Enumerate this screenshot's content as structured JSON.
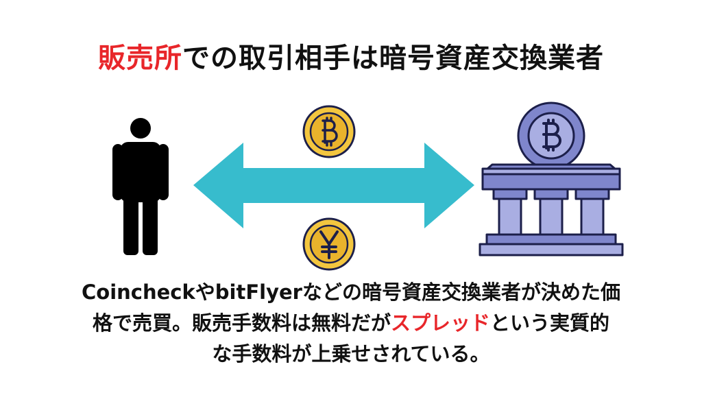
{
  "title": {
    "highlight": "販売所",
    "rest": "での取引相手は暗号資産交換業者"
  },
  "description": {
    "line1": "CoincheckやbitFlyerなどの暗号資産交換業者が決めた価",
    "line2_before": "格で売買。販売手数料は無料だが",
    "line2_highlight": "スプレッド",
    "line2_after": "という実質的",
    "line3": "な手数料が上乗せされている。"
  },
  "icons": {
    "person": "person-icon",
    "arrow": "double-arrow-icon",
    "bitcoin_coin": "bitcoin-coin-icon",
    "yen_coin": "yen-coin-icon",
    "exchange": "bitcoin-bank-icon"
  },
  "colors": {
    "highlight": "#e8262a",
    "arrow": "#37bccd",
    "coin_gold": "#f3c63f",
    "bank_blue": "#7f86cc",
    "outline": "#1c1f4a"
  }
}
